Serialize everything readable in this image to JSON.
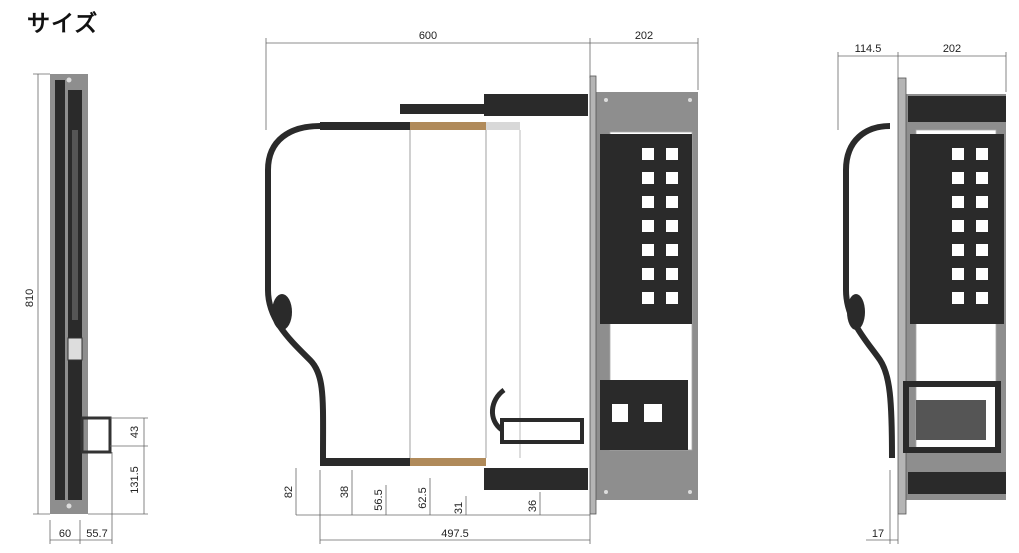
{
  "title": "サイズ",
  "views": {
    "side": {
      "height": "810",
      "offset_43": "43",
      "offset_131_5": "131.5",
      "width_60": "60",
      "width_55_7": "55.7"
    },
    "front": {
      "width_600": "600",
      "width_202": "202",
      "h_82": "82",
      "h_38": "38",
      "h_56_5": "56.5",
      "h_62_5": "62.5",
      "h_31": "31",
      "h_36": "36",
      "width_497_5": "497.5"
    },
    "right": {
      "width_114_5": "114.5",
      "width_202": "202",
      "h_17": "17"
    }
  },
  "colors": {
    "frame": "#2a2a2a",
    "panel": "#8e8e8e",
    "panel_light": "#b5b5b5",
    "dimension_line": "#666666"
  }
}
